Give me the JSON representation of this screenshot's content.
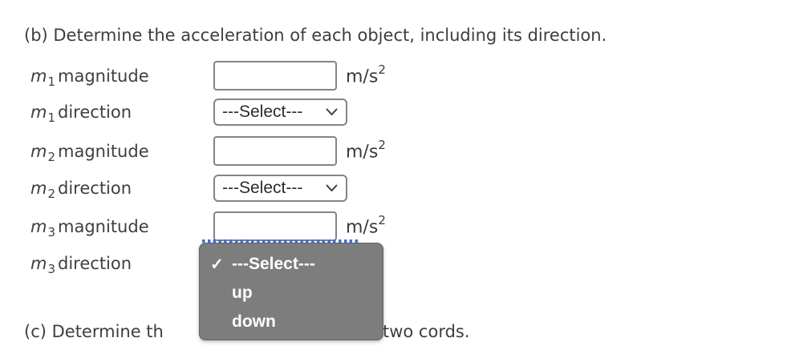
{
  "question_b": {
    "text": "(b) Determine the acceleration of each object, including its direction."
  },
  "rows": [
    {
      "sym": "m",
      "sub": "1",
      "kind": "magnitude",
      "control": "input",
      "value": "",
      "unit": "m/s",
      "unit_exp": "2"
    },
    {
      "sym": "m",
      "sub": "1",
      "kind": "direction",
      "control": "select",
      "selected": "---Select---"
    },
    {
      "sym": "m",
      "sub": "2",
      "kind": "magnitude",
      "control": "input",
      "value": "",
      "unit": "m/s",
      "unit_exp": "2"
    },
    {
      "sym": "m",
      "sub": "2",
      "kind": "direction",
      "control": "select",
      "selected": "---Select---"
    },
    {
      "sym": "m",
      "sub": "3",
      "kind": "magnitude",
      "control": "input",
      "value": "",
      "unit": "m/s",
      "unit_exp": "2"
    },
    {
      "sym": "m",
      "sub": "3",
      "kind": "direction",
      "control": "select-open"
    }
  ],
  "dropdown": {
    "check_glyph": "✓",
    "options": [
      {
        "label": "---Select---",
        "checked": true
      },
      {
        "label": "up",
        "checked": false
      },
      {
        "label": "down",
        "checked": false
      }
    ],
    "panel_color": "#7d7d7d",
    "text_color": "#ffffff",
    "focus_dots_color": "#3a72d6"
  },
  "question_c": {
    "left": "(c) Determine th",
    "right": "two cords."
  }
}
